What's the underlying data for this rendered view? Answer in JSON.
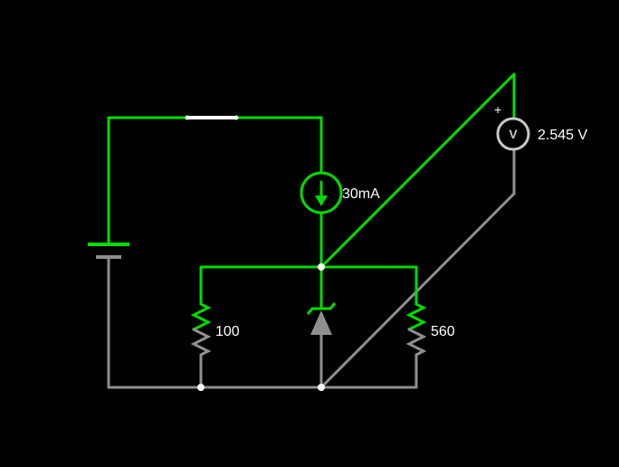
{
  "app": {
    "background": "#000000"
  },
  "colors": {
    "background": "#000000",
    "positive": "#00dc00",
    "neutral": "#8f8f8f",
    "switch": "#ffffff",
    "meter": "#c8c8c8",
    "highlight": "#ffffff",
    "label": "#ffffff"
  },
  "components": {
    "current_source": {
      "label": "30mA"
    },
    "resistor_left": {
      "label": "100"
    },
    "resistor_right": {
      "label": "560"
    },
    "voltmeter": {
      "reading": "2.545 V",
      "symbol": "V",
      "polarity": "+"
    }
  }
}
